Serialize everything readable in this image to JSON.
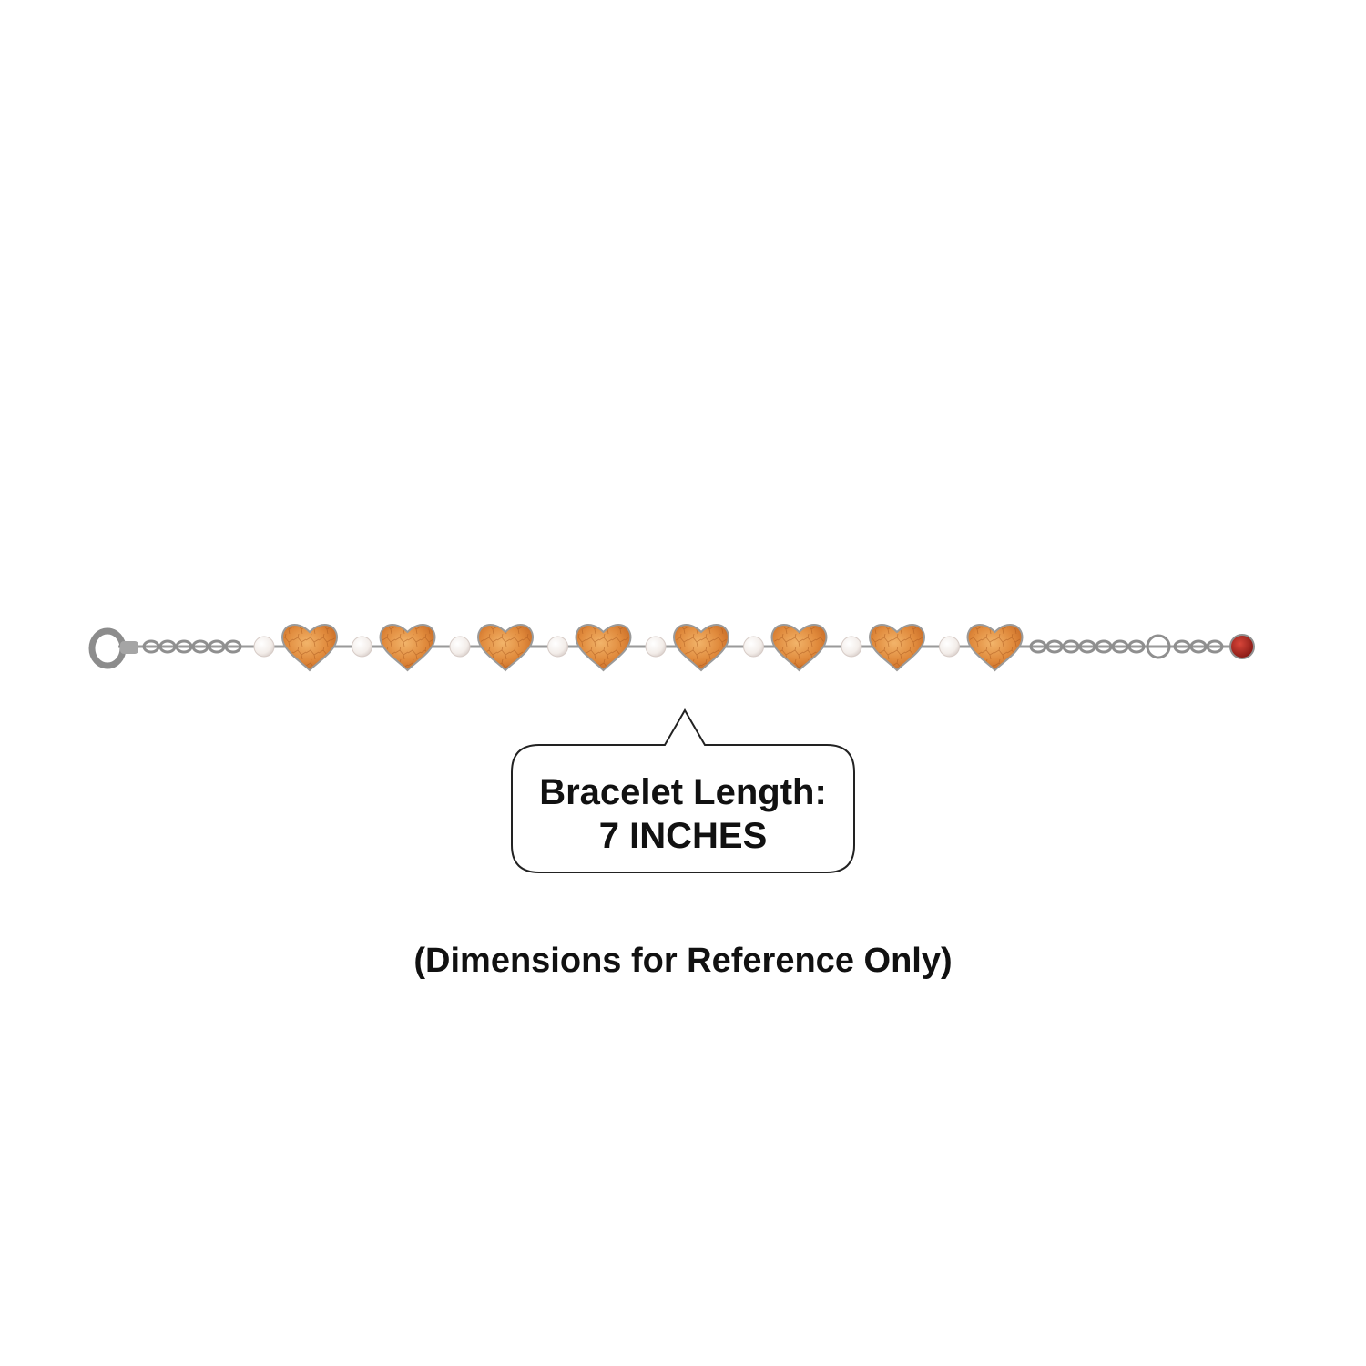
{
  "callout": {
    "line1": "Bracelet Length:",
    "line2": "7 INCHES"
  },
  "footnote": "(Dimensions for Reference Only)",
  "colors": {
    "background": "#ffffff",
    "text": "#111111",
    "heart_glass": "#e08a3c",
    "pearl": "#f6f2f0",
    "metal": "#9a9a9a",
    "end_charm": "#a3221c"
  },
  "bracelet": {
    "heart_count": 8,
    "pearl_count": 8
  }
}
